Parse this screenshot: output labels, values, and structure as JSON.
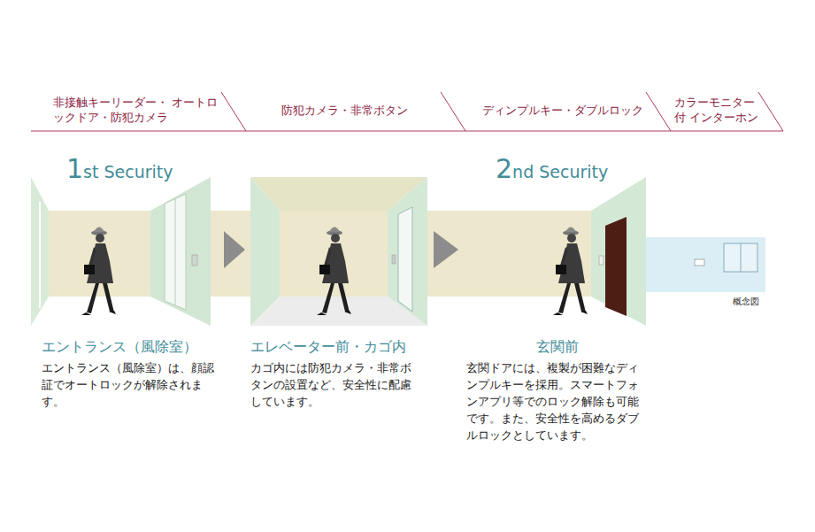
{
  "diagram": {
    "nodes": [
      {
        "text": [
          "エントランス（風除室）",
          "エントランス（風除室）は、顔認証でオートロックが解除されます。"
        ]
      },
      {
        "text": [
          "エレベーター前・カゴ内",
          "カゴ内には防犯カメラ・非常ボタンの設置など、安全性に配慮しています。"
        ]
      },
      {
        "text": [
          "玄関前",
          "玄関ドアには、複製が困難なディンプルキーを採用。スマートフォンアプリ等でのロック解除も可能です。また、安全性を高めるダブルロックとしています。"
        ]
      }
    ],
    "edges": [
      {
        "from": 0,
        "to": 1,
        "arrow": "to"
      },
      {
        "from": 1,
        "to": 2,
        "arrow": "to"
      }
    ],
    "labels": [
      "非接触キーリーダー・ オートロックドア・防犯カメラ",
      "防犯カメラ・非常ボタン",
      "ディンプルキー・ダブルロック",
      "カラーモニター付 インターホン",
      "1st Security",
      "2nd Security",
      "概念図"
    ]
  }
}
